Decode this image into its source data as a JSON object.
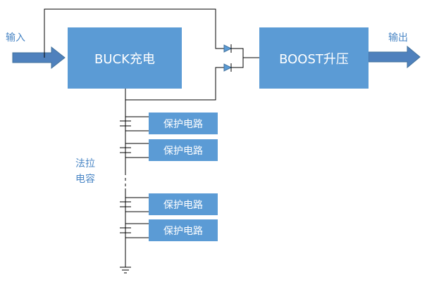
{
  "labels": {
    "input": "输入",
    "output": "输出",
    "capacitor": [
      "法拉",
      "电容"
    ]
  },
  "blocks": {
    "buck": "BUCK充电",
    "boost": "BOOST升压",
    "protection": [
      "保护电路",
      "保护电路",
      "保护电路",
      "保护电路"
    ]
  },
  "colors": {
    "block_fill": "#5b9bd5",
    "arrow_fill": "#4f81bd",
    "line": "#000000",
    "label_text": "#4a86c5"
  }
}
